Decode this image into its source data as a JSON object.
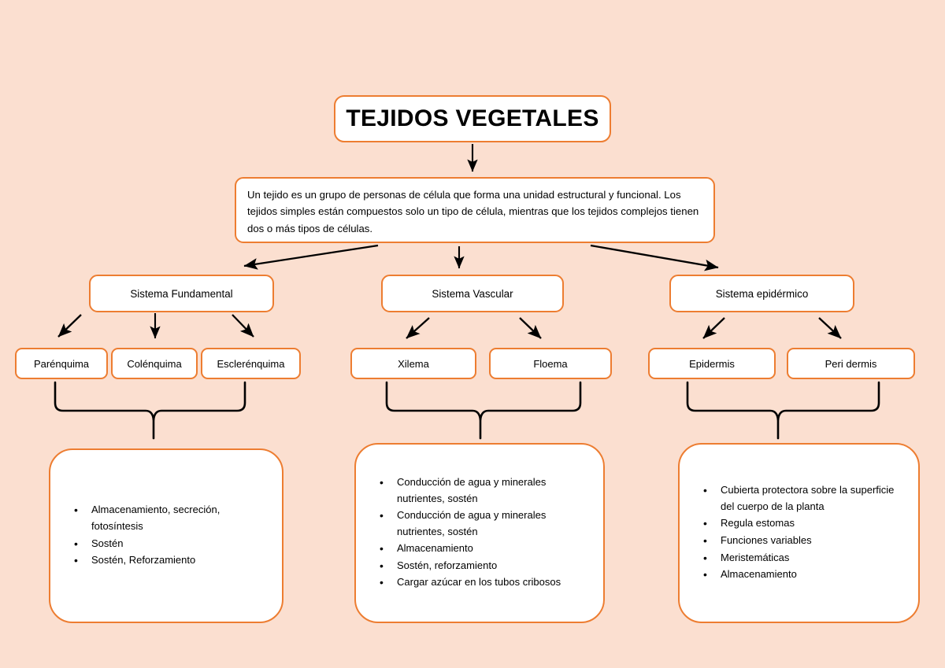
{
  "colors": {
    "background": "#FBDFD0",
    "box_border": "#ED7D31",
    "box_fill": "#FFFFFF",
    "connector": "#000000",
    "text": "#000000"
  },
  "title": {
    "label": "TEJIDOS VEGETALES"
  },
  "description": {
    "text": "Un tejido es un grupo de personas de célula que forma una unidad estructural y funcional. Los tejidos simples están compuestos solo un tipo de célula, mientras que los tejidos complejos tienen dos o más tipos de células."
  },
  "systems": [
    {
      "key": "fundamental",
      "label": "Sistema Fundamental"
    },
    {
      "key": "vascular",
      "label": "Sistema Vascular"
    },
    {
      "key": "epidermico",
      "label": "Sistema epidérmico"
    }
  ],
  "tissues": {
    "fundamental": [
      {
        "label": "Parénquima"
      },
      {
        "label": "Colénquima"
      },
      {
        "label": "Esclerénquima"
      }
    ],
    "vascular": [
      {
        "label": "Xilema"
      },
      {
        "label": "Floema"
      }
    ],
    "epidermico": [
      {
        "label": "Epidermis"
      },
      {
        "label": "Peri dermis"
      }
    ]
  },
  "functions": {
    "fundamental": [
      "Almacenamiento, secreción, fotosíntesis",
      "Sostén",
      "Sostén, Reforzamiento"
    ],
    "vascular": [
      "Conducción de agua y minerales nutrientes, sostén",
      "Conducción de agua y minerales nutrientes, sostén",
      "Almacenamiento",
      "Sostén, reforzamiento",
      "Cargar azúcar en los tubos cribosos"
    ],
    "epidermico": [
      "Cubierta protectora sobre la superficie del cuerpo de la planta",
      "Regula estomas",
      "Funciones variables",
      "Meristemáticas",
      "Almacenamiento"
    ]
  }
}
